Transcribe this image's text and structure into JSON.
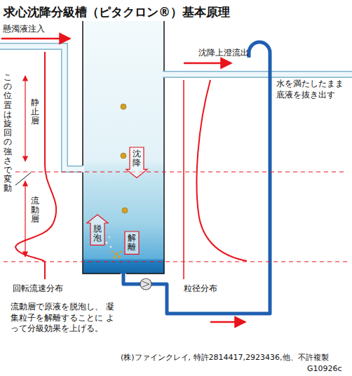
{
  "diagram": {
    "title": "求心沈降分級槽（ピタクロン®）基本原理",
    "nodes": [
      {
        "text": [
          "沈降"
        ]
      },
      {
        "text": [
          "脱泡"
        ]
      },
      {
        "text": [
          "解離"
        ]
      }
    ],
    "labels": [
      "懸濁液注入",
      "沈降上澄流出",
      "水を満たしたまま 底液を抜き出す",
      "この位置は旋回の強さで変動",
      "静止層",
      "流動層",
      "回転流速分布",
      "粒径分布",
      "流動層で原液を脱泡し、 凝集粒子を解離することに よって分級効果を上げる。",
      "(株)ファインクレイ, 特許2814417,2923436,他、不許複製",
      "G10926c"
    ]
  }
}
